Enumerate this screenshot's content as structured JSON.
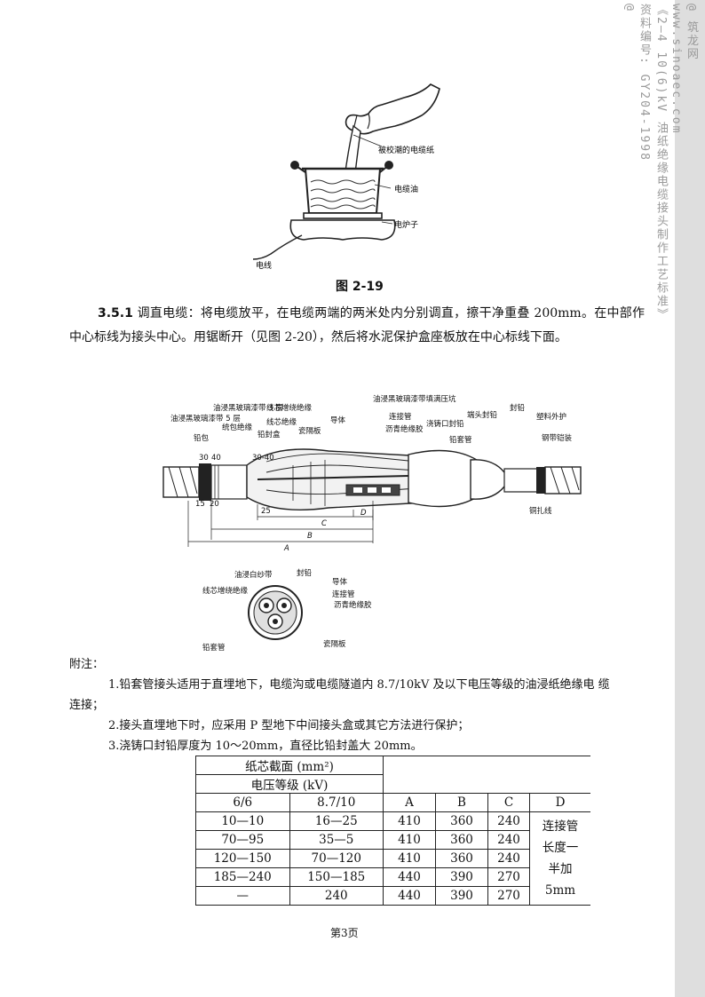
{
  "watermark": {
    "segments": [
      "@ 筑龙网",
      "www.sinoaec.com",
      "《2—4 10(6)kV 油纸绝缘电缆接头制作工艺标准》",
      "资料编号: GY204-1998",
      "@"
    ]
  },
  "figure1": {
    "caption": "图 2-19",
    "labels": {
      "paper": "被校潮的电缆纸",
      "oil": "电缆油",
      "stove": "电炉子",
      "wire": "电线"
    }
  },
  "paragraph": {
    "number": "3.5.1",
    "text": "调直电缆：将电缆放平，在电缆两端的两米处内分别调直，擦干净重叠 200mm。在中部作中心标线为接头中心。用锯断开（见图 2-20），然后将水泥保护盒座板放在中心标线下面。"
  },
  "figure2": {
    "labels": {
      "l1": "油浸黑玻璃漆带 3 层",
      "l2": "油浸黑玻璃漆带 5 层",
      "l3": "铅包",
      "l4": "统包绝缘",
      "l5": "线芯绝缘",
      "l6": "铅封盒",
      "l7": "瓷隔板",
      "l8": "线芯增绕绝缘",
      "l9": "导体",
      "l10": "油浸黑玻璃漆带填满压坑",
      "l11": "连接管",
      "l12": "沥青绝缘胶",
      "l13": "浇铸口封铅",
      "l14": "端头封铅",
      "l15": "铅套管",
      "l16": "封铅",
      "l17": "塑料外护",
      "l18": "钢带铠装",
      "l19": "铜扎线",
      "n1": "30",
      "n2": "40",
      "n3": "30-40",
      "n4": "15",
      "n5": "20",
      "n6": "25",
      "dA": "A",
      "dB": "B",
      "dC": "C",
      "dD": "D",
      "s1": "油浸白纱带",
      "s2": "封铅",
      "s3": "导体",
      "s4": "线芯增绕绝缘",
      "s5": "连接管",
      "s6": "沥青绝缘胶",
      "s7": "铅套管",
      "s8": "瓷隔板"
    }
  },
  "notes": {
    "title": "附注：",
    "n1a": "1.铅套管接头适用于直埋地下，电缆沟或电缆隧道内 8.7/10kV 及以下电压等级的油浸纸绝缘电 缆",
    "n1b": "连接；",
    "n2": "2.接头直埋地下时，应采用 P 型地下中间接头盒或其它方法进行保护；",
    "n3": "3.浇铸口封铅厚度为 10～20mm，直径比铅封盖大 20mm。"
  },
  "table": {
    "h1": "纸芯截面 (mm²)",
    "h2": "电压等级 (kV)",
    "cols": [
      "6/6",
      "8.7/10",
      "A",
      "B",
      "C",
      "D"
    ],
    "rows": [
      [
        "10—10",
        "16—25",
        "410",
        "360",
        "240"
      ],
      [
        "70—95",
        "35—5",
        "410",
        "360",
        "240"
      ],
      [
        "120—150",
        "70—120",
        "410",
        "360",
        "240"
      ],
      [
        "185—240",
        "150—185",
        "440",
        "390",
        "270"
      ],
      [
        "—",
        "240",
        "440",
        "390",
        "270"
      ]
    ],
    "d_merged": [
      "连接管",
      "长度一",
      "半加 5mm"
    ]
  },
  "page_number": "第3页"
}
